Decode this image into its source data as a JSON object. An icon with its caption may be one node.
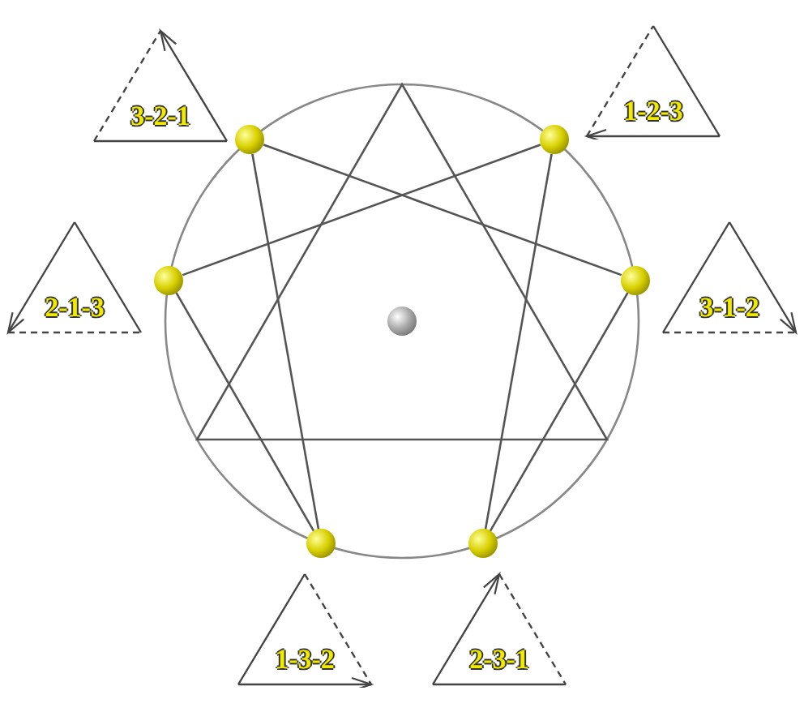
{
  "diagram": {
    "nodes": [
      {
        "text": [
          "3-2-1"
        ]
      },
      {
        "text": [
          "1-2-3"
        ]
      },
      {
        "text": [
          "2-1-3"
        ]
      },
      {
        "text": [
          "3-1-2"
        ]
      },
      {
        "text": [
          "1-3-2"
        ]
      },
      {
        "text": [
          "2-3-1"
        ]
      },
      {
        "text": [],
        "shape": "circle"
      },
      {
        "text": [],
        "shape": "circle"
      },
      {
        "text": [],
        "shape": "circle"
      },
      {
        "text": [],
        "shape": "circle"
      },
      {
        "text": [],
        "shape": "circle"
      },
      {
        "text": [],
        "shape": "circle"
      },
      {
        "text": [],
        "shape": "circle"
      }
    ],
    "edges": [
      {
        "from": 7,
        "to": 12,
        "arrow": "none"
      },
      {
        "from": 12,
        "to": 9,
        "arrow": "none"
      },
      {
        "from": 9,
        "to": 6,
        "arrow": "none"
      },
      {
        "from": 6,
        "to": 11,
        "arrow": "none"
      },
      {
        "from": 11,
        "to": 8,
        "arrow": "none"
      },
      {
        "from": 8,
        "to": 7,
        "arrow": "none"
      }
    ]
  }
}
